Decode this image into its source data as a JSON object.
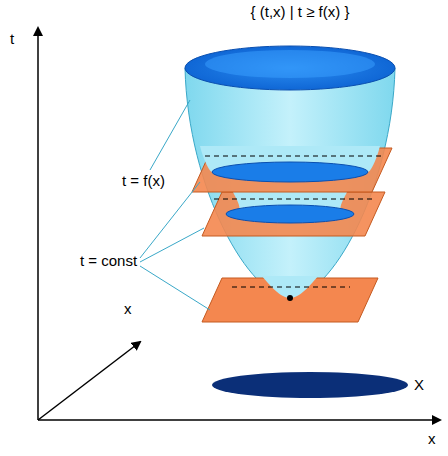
{
  "diagram": {
    "labels": [
      "{ (t,x) | t ≥ f(x) }",
      "t",
      "t = f(x)",
      "t = const",
      "x",
      "X",
      "x"
    ]
  }
}
